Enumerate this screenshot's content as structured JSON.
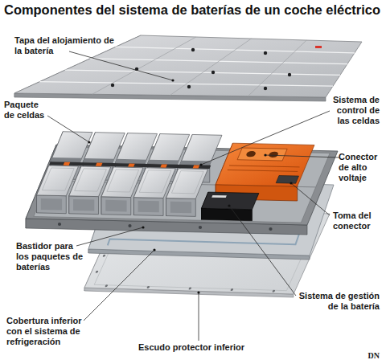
{
  "diagram": {
    "title": "Componentes del sistema de baterías de un coche eléctrico",
    "labels": [
      "Tapa del alojamiento de la batería",
      "Paquete de celdas",
      "Sistema de control de las celdas",
      "Conector de alto voltaje",
      "Toma del conector",
      "Bastidor para los paquetes de baterías",
      "Sistema de gestión de la batería",
      "Cobertura inferior con el sistema de refrigeración",
      "Escudo protector inferior",
      "DN"
    ]
  }
}
